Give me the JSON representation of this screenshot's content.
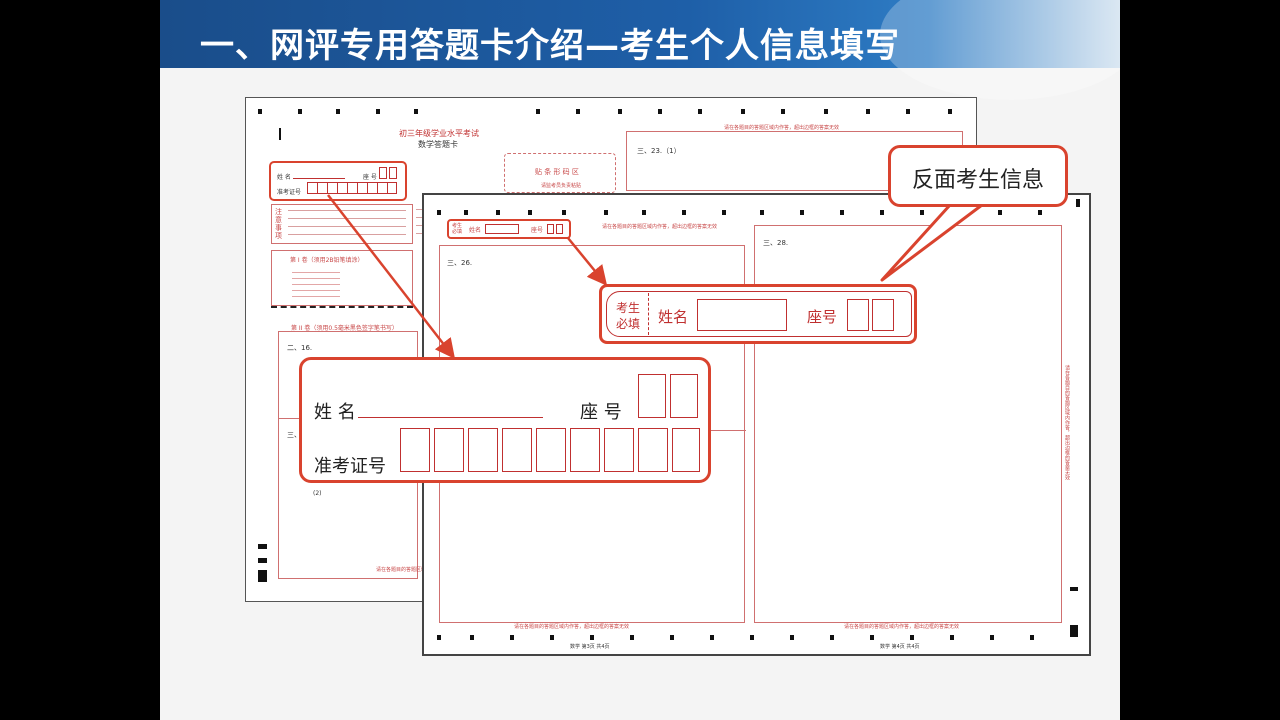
{
  "slide": {
    "title": "一、网评专用答题卡介绍—考生个人信息填写"
  },
  "back_sheet": {
    "exam_title": "初三年级学业水平考试",
    "card_title": "数学答题卡",
    "name_label": "姓 名",
    "seat_label": "座 号",
    "id_label": "准考证号",
    "barcode_label": "贴 条 形 码 区",
    "barcode_note": "请监考员负责粘贴",
    "notice_label": "注意事项",
    "part1_label": "第 I 卷（须用2B铅笔填涂）",
    "part2_label": "第 II 卷（须用0.5毫米黑色签字笔书写）",
    "q16": "二、16.",
    "q23": "三、23.（1）",
    "q_three": "三、",
    "q_sub2": "(2)",
    "boundary_note": "请在各题目的答题区域内作答，超出边框的答案无效"
  },
  "front_sheet": {
    "candidate_label": "考生必填",
    "name_label": "姓名",
    "seat_label": "座号",
    "q26": "三、26.",
    "q28": "三、28.",
    "boundary_note": "请在各题目的答题区域内作答，超出边框的答案无效",
    "footer_left": "数学   第3页  共4页",
    "footer_right": "数学   第4页  共4页"
  },
  "callout_back": {
    "name_label": "姓 名",
    "seat_label": "座 号",
    "id_label": "准考证号"
  },
  "callout_front": {
    "line1": "考生",
    "line2": "必填",
    "name_label": "姓名",
    "seat_label": "座号"
  },
  "bubble": {
    "text": "反面考生信息"
  },
  "colors": {
    "accent_red": "#d9432e",
    "header_blue": "#1e5fa8"
  }
}
